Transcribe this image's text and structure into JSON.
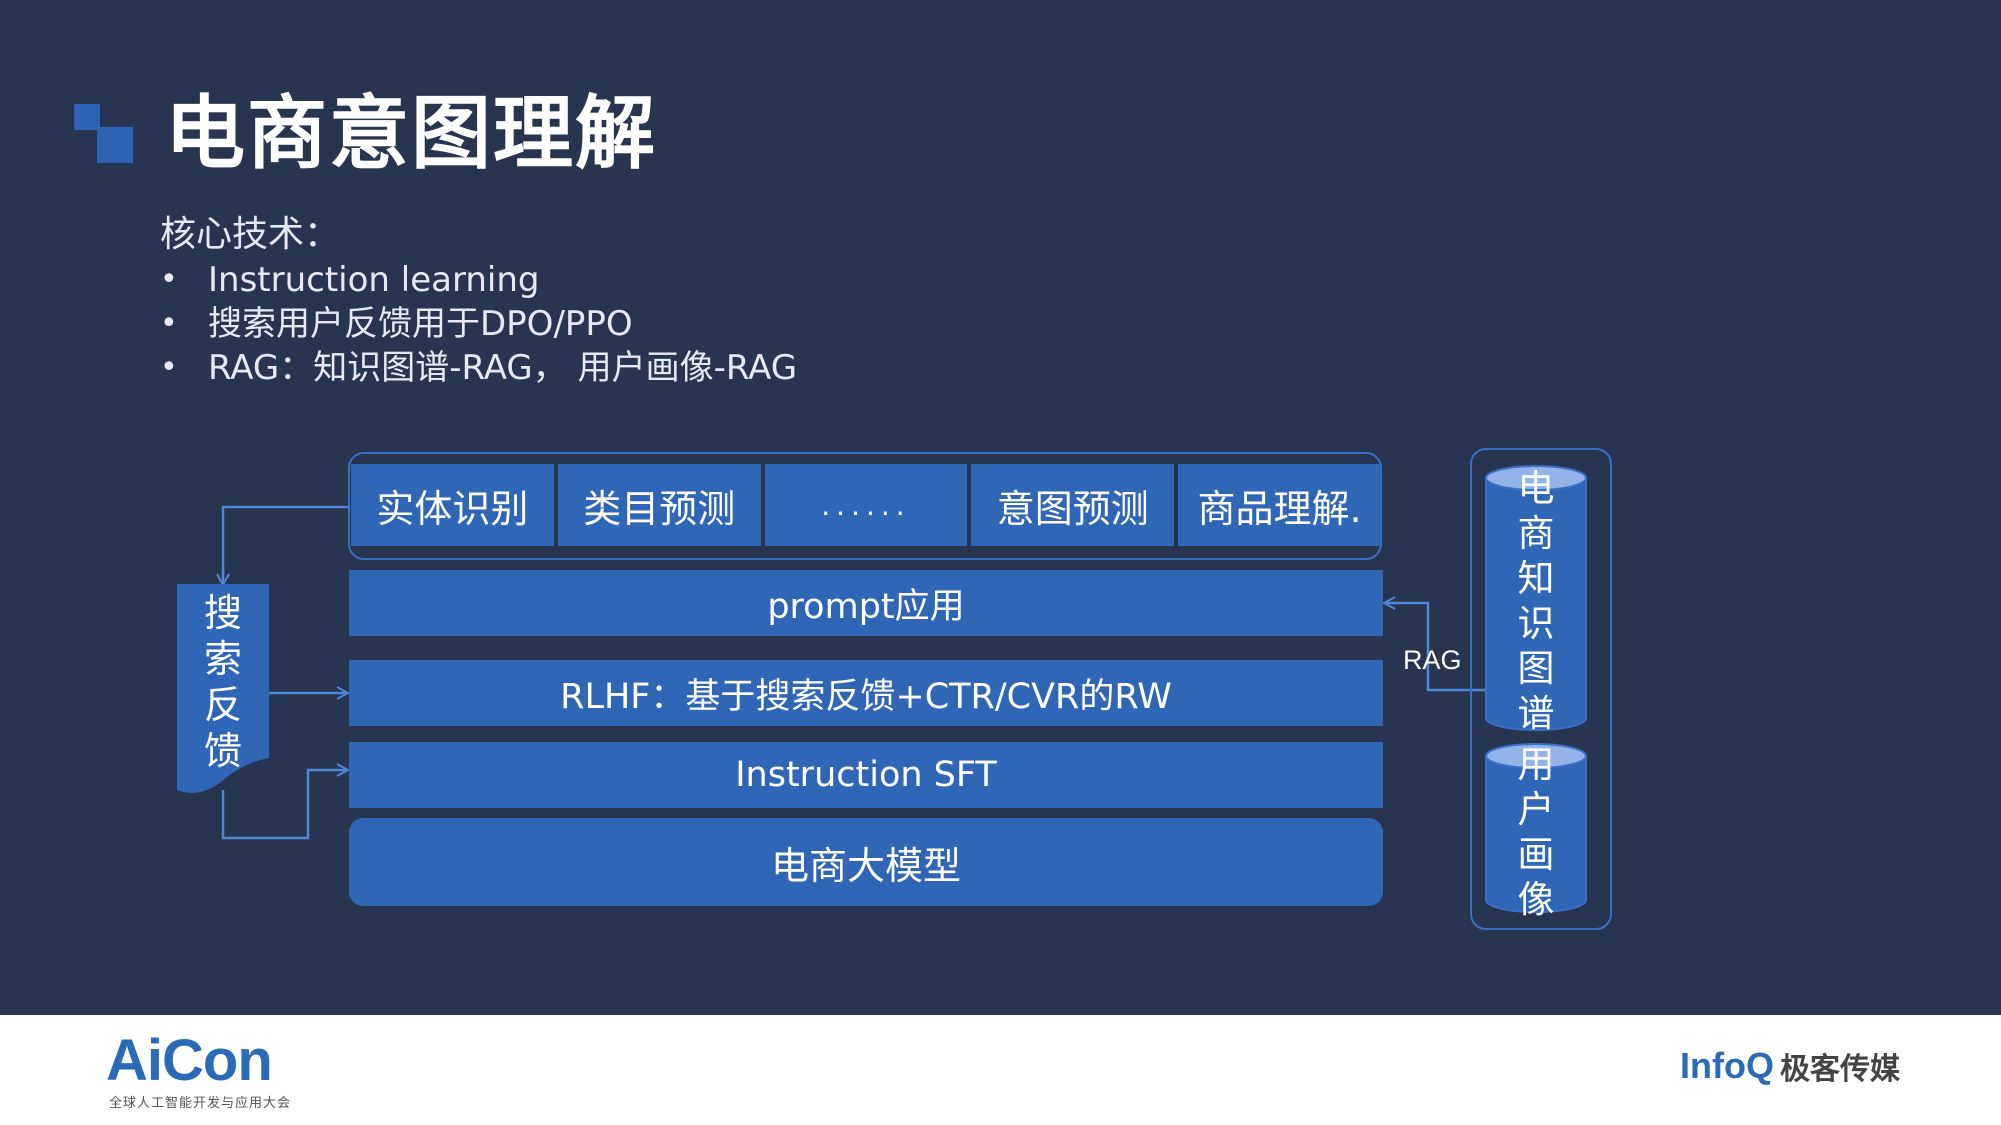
{
  "slide": {
    "title": "电商意图理解",
    "subtitle": "核心技术：",
    "bullets": [
      "Instruction  learning",
      "搜索用户反馈用于DPO/PPO",
      "RAG：知识图谱-RAG，  用户画像-RAG"
    ]
  },
  "diagram": {
    "tasks": [
      "实体识别",
      "类目预测",
      "......",
      "意图预测",
      "商品理解."
    ],
    "layers": {
      "prompt": "prompt应用",
      "rlhf": "RLHF：基于搜索反馈+CTR/CVR的RW",
      "sft": "Instruction  SFT",
      "model": "电商大模型"
    },
    "feedback_chars": [
      "搜",
      "索",
      "反",
      "馈"
    ],
    "rag_label": "RAG",
    "kg_chars": [
      "电",
      "商",
      "知",
      "识",
      "图",
      "谱"
    ],
    "profile_chars": [
      "用",
      "户",
      "画",
      "像"
    ],
    "colors": {
      "background": "#283550",
      "box": "#2f66b6",
      "border": "#3a6fc6",
      "arrow": "#4f86d8"
    }
  },
  "footer": {
    "aicon_name": "AiCon",
    "aicon_subtitle": "全球人工智能开发与应用大会",
    "infoq_name": "InfoQ",
    "infoq_cn": "极客传媒"
  }
}
